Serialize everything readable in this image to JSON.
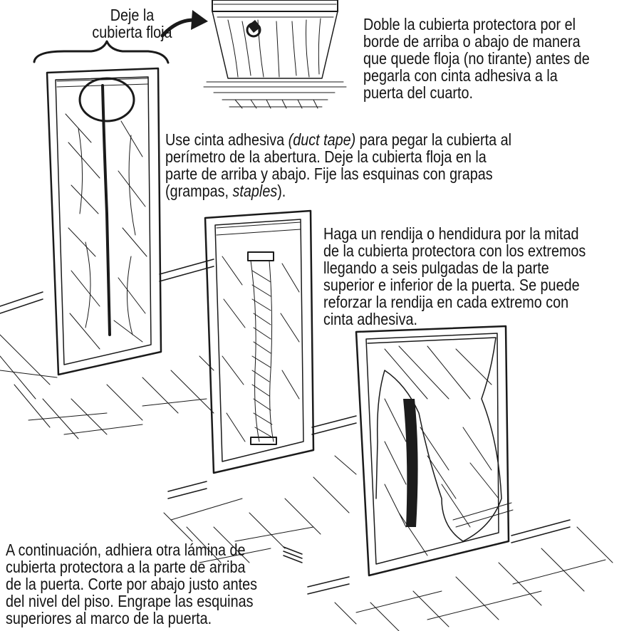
{
  "label_slack": {
    "line1": "Deje la",
    "line2": "cubierta floja"
  },
  "text_fold": {
    "l1": "Doble la cubierta protectora por el",
    "l2": "borde de arriba o abajo de manera",
    "l3": "que quede floja (no tirante) antes de",
    "l4": "pegarla con cinta adhesiva a la",
    "l5": "puerta del cuarto."
  },
  "text_tape": {
    "l1_a": "Use cinta adhesiva ",
    "l1_b": "(duct tape)",
    "l1_c": " para pegar la cubierta al",
    "l2": "perímetro de la abertura.  Deje la cubierta floja en la",
    "l3": "parte de arriba y abajo.  Fije las esquinas con grapas",
    "l4_a": "(grampas, ",
    "l4_b": "staples",
    "l4_c": ")."
  },
  "text_slit": {
    "l1": "Haga un rendija o hendidura por la mitad",
    "l2": "de la cubierta protectora con los extremos",
    "l3": "llegando a seis pulgadas de la parte",
    "l4": "superior e inferior de la puerta.  Se puede",
    "l5": "reforzar la rendija en cada extremo con",
    "l6": "cinta adhesiva."
  },
  "text_second": {
    "l1": "A continuación, adhiera otra lámina de",
    "l2": "cubierta protectora a la parte de arriba",
    "l3": "de la puerta.  Corte por abajo justo antes",
    "l4": "del nivel del piso.  Engrape las esquinas",
    "l5": "superiores al marco de la puerta."
  }
}
